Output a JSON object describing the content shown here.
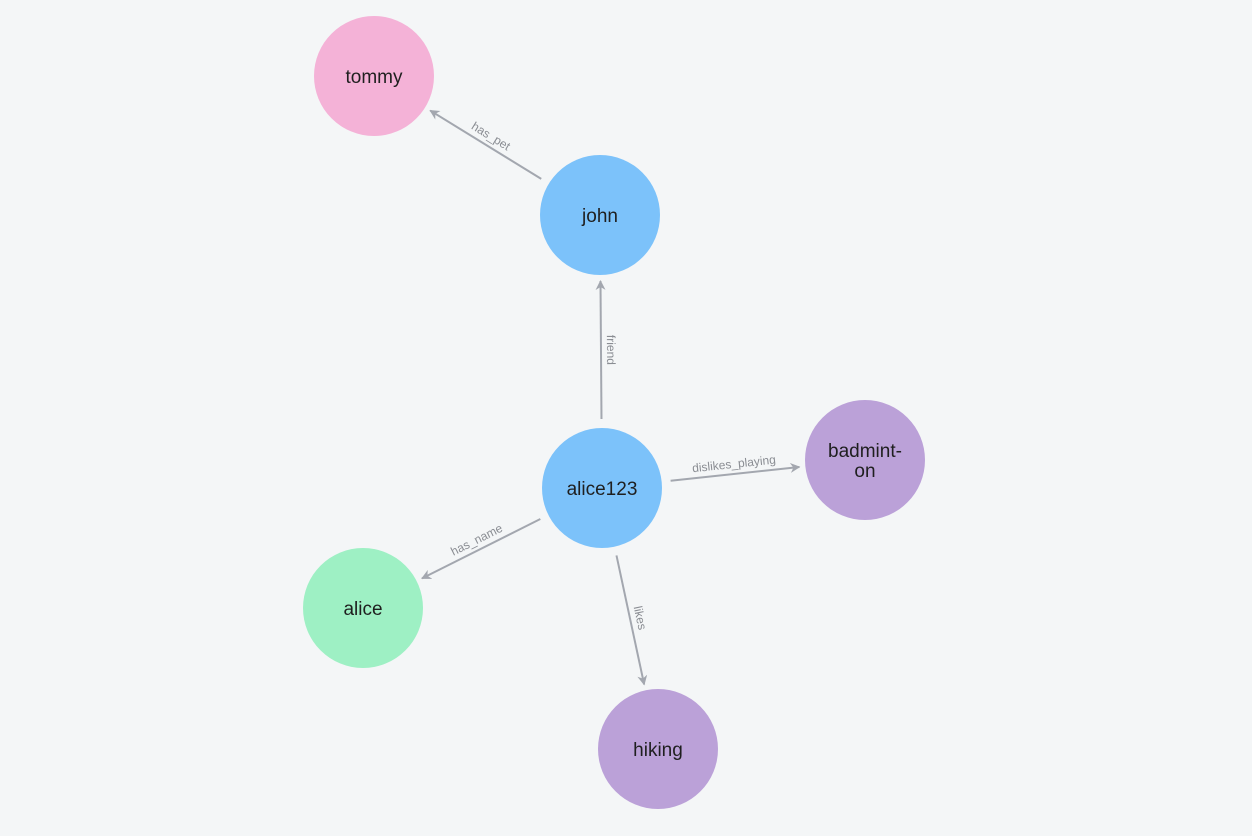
{
  "graph": {
    "nodes": [
      {
        "id": "tommy",
        "label_lines": [
          "tommy"
        ],
        "color": "#f4b2d7"
      },
      {
        "id": "john",
        "label_lines": [
          "john"
        ],
        "color": "#7cc2fa"
      },
      {
        "id": "alice123",
        "label_lines": [
          "alice123"
        ],
        "color": "#7cc2fa"
      },
      {
        "id": "badminton",
        "label_lines": [
          "badmint-",
          "on"
        ],
        "color": "#bba1d8"
      },
      {
        "id": "alice",
        "label_lines": [
          "alice"
        ],
        "color": "#9ef0c4"
      },
      {
        "id": "hiking",
        "label_lines": [
          "hiking"
        ],
        "color": "#bba1d8"
      }
    ],
    "edges": [
      {
        "source": "john",
        "target": "tommy",
        "label": "has_pet"
      },
      {
        "source": "alice123",
        "target": "john",
        "label": "friend"
      },
      {
        "source": "alice123",
        "target": "badminton",
        "label": "dislikes_playing"
      },
      {
        "source": "alice123",
        "target": "alice",
        "label": "has_name"
      },
      {
        "source": "alice123",
        "target": "hiking",
        "label": "likes"
      }
    ],
    "colors": {
      "background": "#f4f6f7",
      "edge": "#a3a7af",
      "edge_label": "#8a8d93",
      "node_text": "#1f1f1f"
    }
  }
}
